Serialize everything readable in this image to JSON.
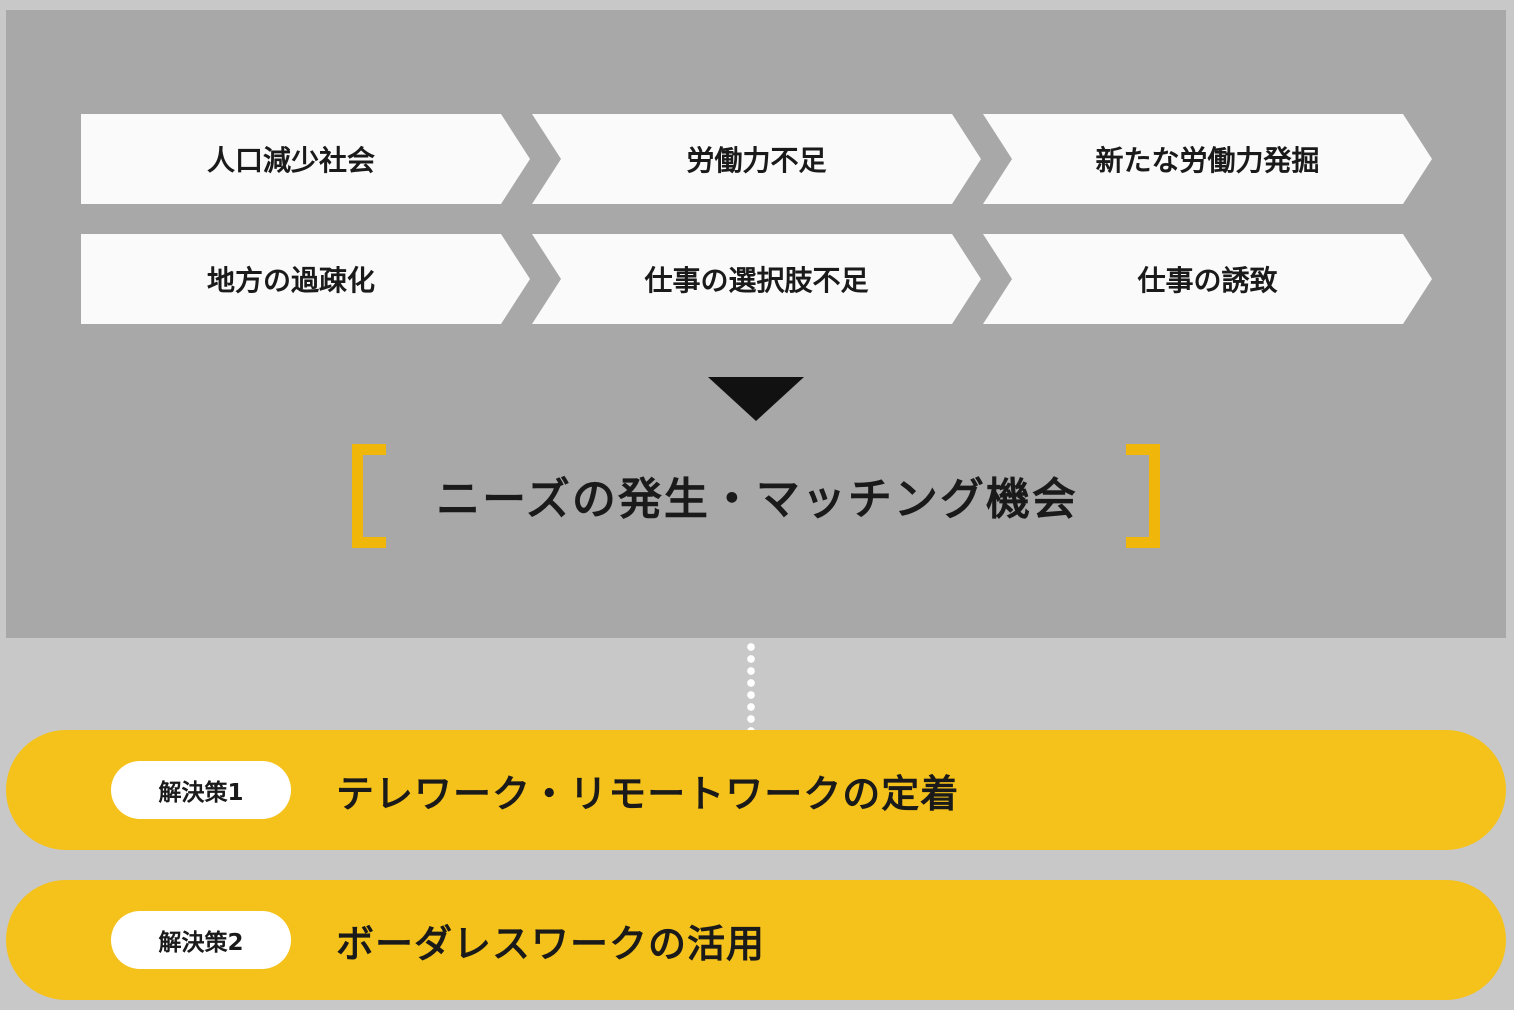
{
  "flow": {
    "row1": [
      "人口減少社会",
      "労働力不足",
      "新たな労働力発掘"
    ],
    "row2": [
      "地方の過疎化",
      "仕事の選択肢不足",
      "仕事の誘致"
    ]
  },
  "headline": "ニーズの発生・マッチング機会",
  "solutions": [
    {
      "badge": "解決策1",
      "text": "テレワーク・リモートワークの定着"
    },
    {
      "badge": "解決策2",
      "text": "ボーダレスワークの活用"
    }
  ],
  "colors": {
    "accent": "#f0b70a",
    "solution_bar": "#f5c21b",
    "panel": "#a8a8a8",
    "background": "#c8c8c8"
  }
}
